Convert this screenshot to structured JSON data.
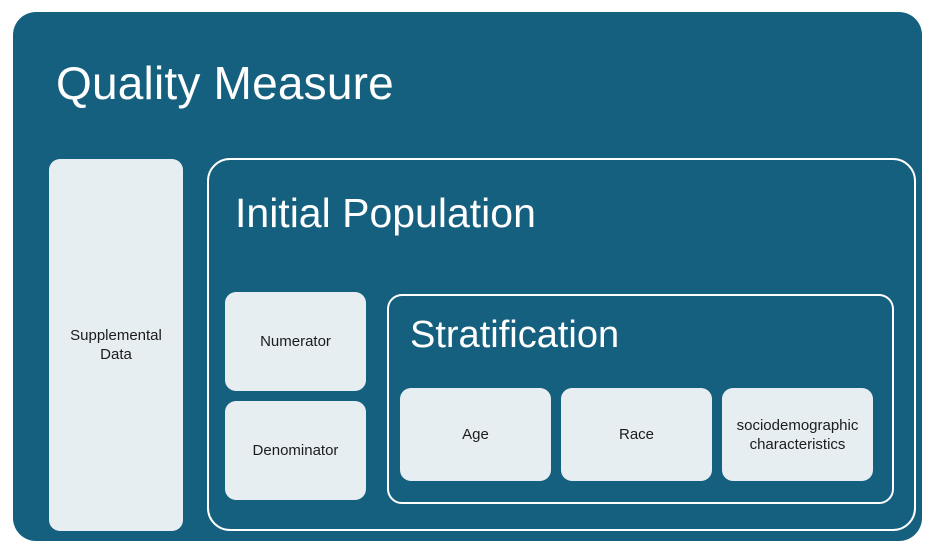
{
  "diagram": {
    "colors": {
      "container_fill": "#16607f",
      "card_fill": "#e7eef2",
      "outline": "#ffffff",
      "card_text": "#1c1c1c",
      "container_text": "#ffffff",
      "page_background": "#ffffff"
    },
    "root": {
      "title": "Quality Measure"
    },
    "supplemental": {
      "label": "Supplemental Data"
    },
    "initial_population": {
      "title": "Initial Population",
      "components": [
        {
          "label": "Numerator"
        },
        {
          "label": "Denominator"
        }
      ]
    },
    "stratification": {
      "title": "Stratification",
      "categories": [
        {
          "label": "Age"
        },
        {
          "label": "Race"
        },
        {
          "label": "sociodemographic characteristics"
        }
      ]
    }
  }
}
